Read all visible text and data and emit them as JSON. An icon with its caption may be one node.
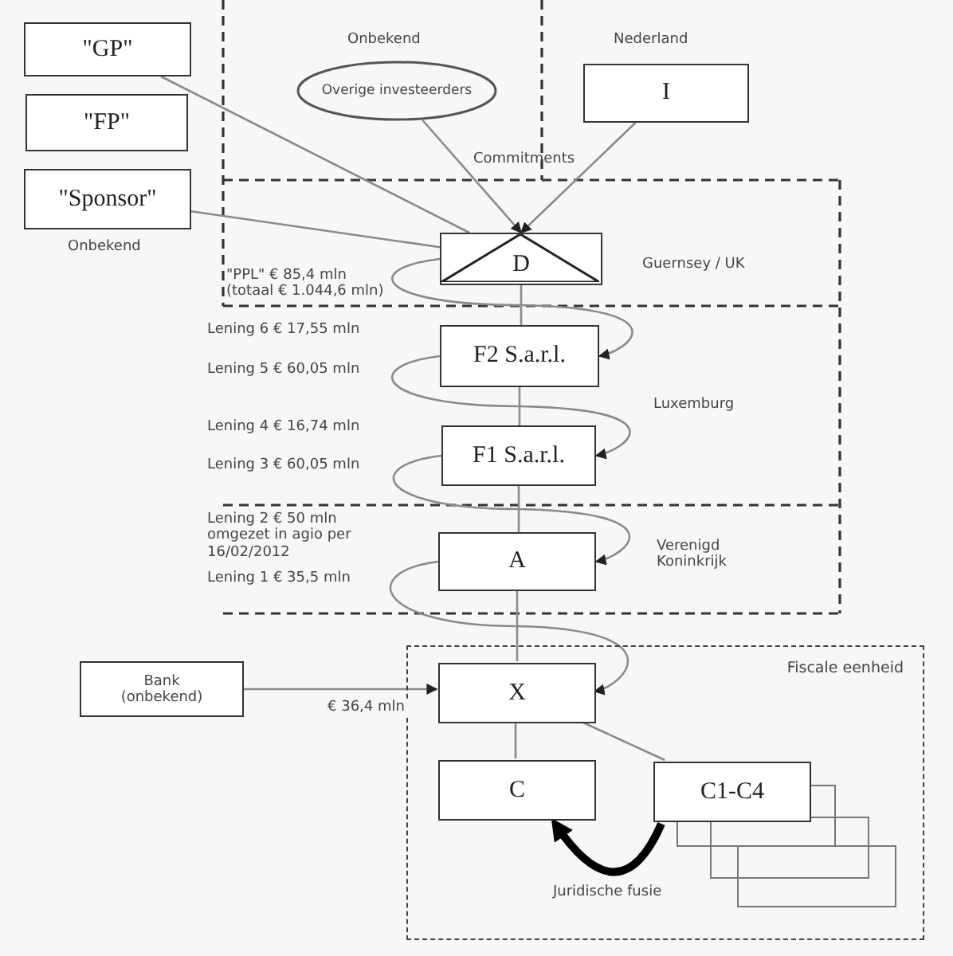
{
  "diagram": {
    "nodes": [
      {
        "text": [
          "\"GP\""
        ]
      },
      {
        "text": [
          "\"FP\""
        ]
      },
      {
        "text": [
          "\"Sponsor\""
        ],
        "beside": [
          "Onbekend"
        ]
      },
      {
        "text": [
          "Overige investeerders"
        ]
      },
      {
        "text": [
          "I"
        ]
      },
      {
        "text": [
          "D"
        ]
      },
      {
        "text": [
          "F2 S.a.r.l."
        ]
      },
      {
        "text": [
          "F1 S.a.r.l."
        ]
      },
      {
        "text": [
          "A"
        ]
      },
      {
        "text": [
          "Bank (onbekend)"
        ]
      },
      {
        "text": [
          "Fiscale eenheid"
        ]
      },
      {
        "text": [
          "X"
        ],
        "in": 10
      },
      {
        "text": [
          "C"
        ],
        "in": 10
      },
      {
        "text": [
          "C1-C4"
        ],
        "in": 10
      }
    ],
    "edges": [
      {
        "from": 0,
        "to": 5,
        "arrow": "none"
      },
      {
        "from": 2,
        "to": 5,
        "arrow": "none"
      },
      {
        "from": 3,
        "to": 5,
        "arrow": "to"
      },
      {
        "from": 4,
        "to": 5,
        "arrow": "to"
      },
      {
        "from": 5,
        "to": 6,
        "arrow": "none"
      },
      {
        "from": 6,
        "to": 7,
        "arrow": "none"
      },
      {
        "from": 7,
        "to": 8,
        "arrow": "none"
      },
      {
        "from": 8,
        "to": 11,
        "arrow": "none"
      },
      {
        "from": 5,
        "to": 6,
        "arrow": "to"
      },
      {
        "from": 6,
        "to": 7,
        "arrow": "to"
      },
      {
        "from": 7,
        "to": 8,
        "arrow": "to"
      },
      {
        "from": 8,
        "to": 11,
        "arrow": "to"
      },
      {
        "from": 9,
        "to": 11,
        "arrow": "to",
        "label": "€ 36,4 mln"
      },
      {
        "from": 11,
        "to": 12,
        "arrow": "none"
      },
      {
        "from": 11,
        "to": 13,
        "arrow": "none"
      },
      {
        "from": 13,
        "to": 12,
        "arrow": "to",
        "label": "Juridische fusie",
        "style": "thick",
        "color": "#000000"
      }
    ],
    "labels": [
      "Onbekend",
      "Nederland",
      "Commitments",
      "Guernsey / UK",
      "\"PPL\" € 85,4 mln (totaal € 1.044,6 mln)",
      "Lening 6 € 17,55 mln",
      "Lening 5 € 60,05 mln",
      "Luxemburg",
      "Lening 4 € 16,74 mln",
      "Lening 3 € 60,05 mln",
      "Lening 2 € 50 mln omgezet in agio per 16/02/2012",
      "Verenigd Koninkrijk",
      "Lening 1 € 35,5 mln"
    ]
  }
}
